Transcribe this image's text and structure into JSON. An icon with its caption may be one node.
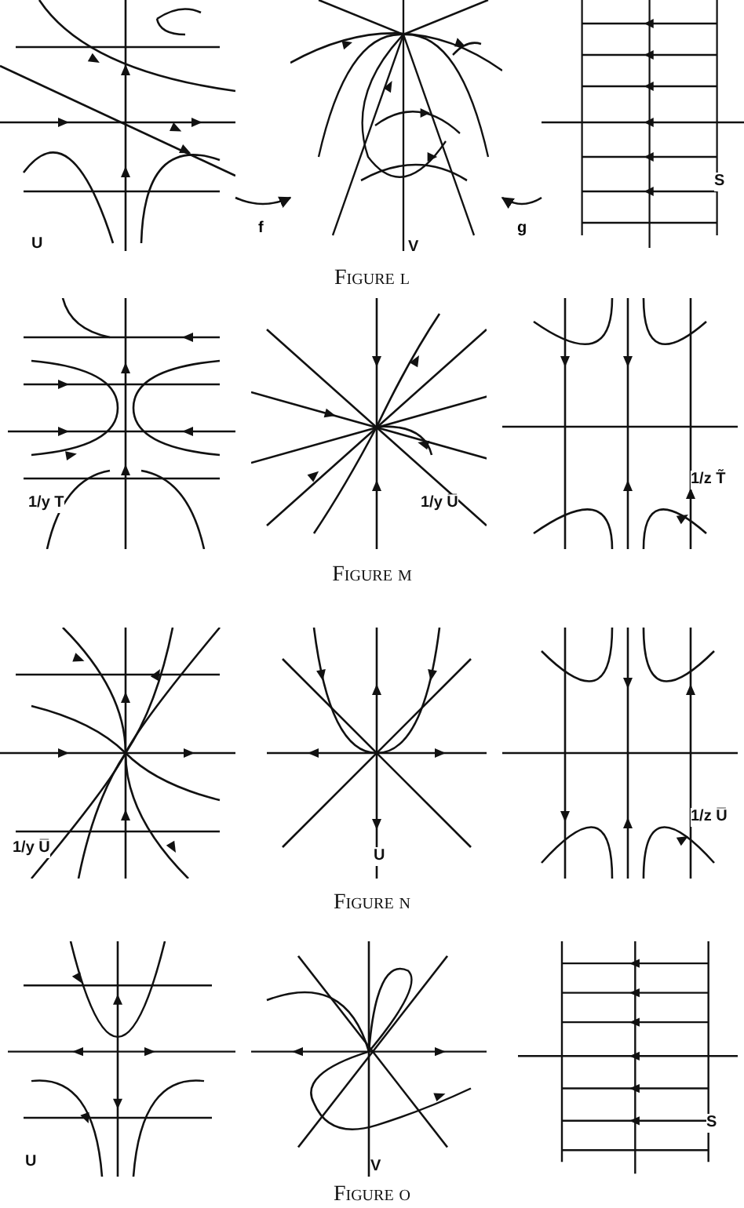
{
  "diagram": {
    "nodes": [
      {
        "text": [
          "U"
        ]
      },
      {
        "text": [
          "V"
        ]
      },
      {
        "text": [
          "S"
        ]
      }
    ],
    "edges": [
      {
        "from": 0,
        "to": 1,
        "arrow": "to",
        "label": "f"
      },
      {
        "from": 2,
        "to": 1,
        "arrow": "to",
        "label": "g"
      }
    ],
    "labels": [
      "Figure l",
      "1/y T",
      "1/y U̅",
      "1/z T̃",
      "Figure m",
      "1/y U̅",
      "U",
      "1/z U̅",
      "Figure n",
      "U",
      "V",
      "S",
      "Figure o"
    ]
  }
}
